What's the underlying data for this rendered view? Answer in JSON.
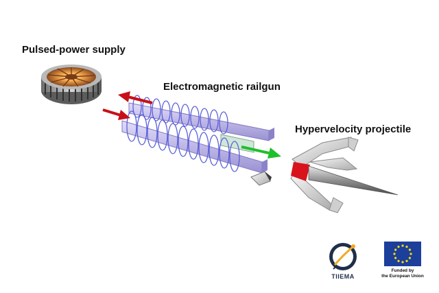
{
  "labels": {
    "pulsed_power_supply": "Pulsed-power supply",
    "electromagnetic_railgun": "Electromagnetic railgun",
    "hypervelocity_projectile": "Hypervelocity projectile"
  },
  "logos": {
    "tiiema": "TIIEMA",
    "eu_line1": "Funded by",
    "eu_line2": "the European Union"
  },
  "colors": {
    "coil": "#5a5fd8",
    "rail": "#b8b2e6",
    "red_arrow": "#c8101a",
    "green_arrow": "#1fbf2a",
    "eu_blue": "#1c3f9c",
    "eu_star": "#ffdd00"
  },
  "icons": [
    "pulsed-power-supply-icon",
    "railgun-coil-icon",
    "projectile-icon",
    "tiiema-logo-icon",
    "eu-flag-icon"
  ]
}
